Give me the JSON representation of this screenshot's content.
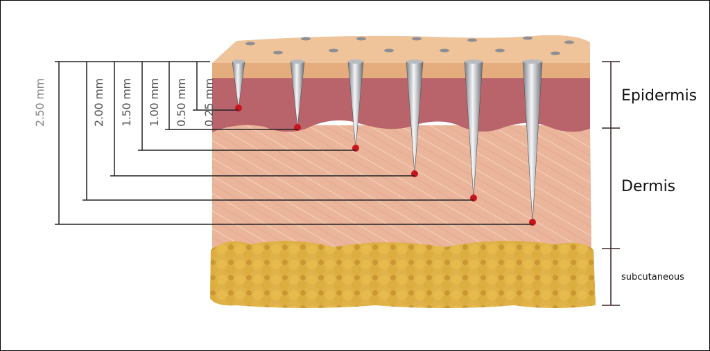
{
  "title": "Microneedle penetration depth into skin layers",
  "needles": [
    {
      "depth_label": "0.25 mm",
      "depth_mm": 0.25
    },
    {
      "depth_label": "0.50 mm",
      "depth_mm": 0.5
    },
    {
      "depth_label": "1.00 mm",
      "depth_mm": 1.0
    },
    {
      "depth_label": "1.50 mm",
      "depth_mm": 1.5
    },
    {
      "depth_label": "2.00 mm",
      "depth_mm": 2.0
    },
    {
      "depth_label": "2.50 mm",
      "depth_mm": 2.5
    }
  ],
  "layers": {
    "epidermis": "Epidermis",
    "dermis": "Dermis",
    "subcutaneous": "subcutaneous"
  },
  "colors": {
    "surface": "#e8b98a",
    "epidermis": "#b9646a",
    "dermis": "#eab59a",
    "fat": "#d9a93a",
    "tip": "#c8141e",
    "line": "#222222"
  }
}
